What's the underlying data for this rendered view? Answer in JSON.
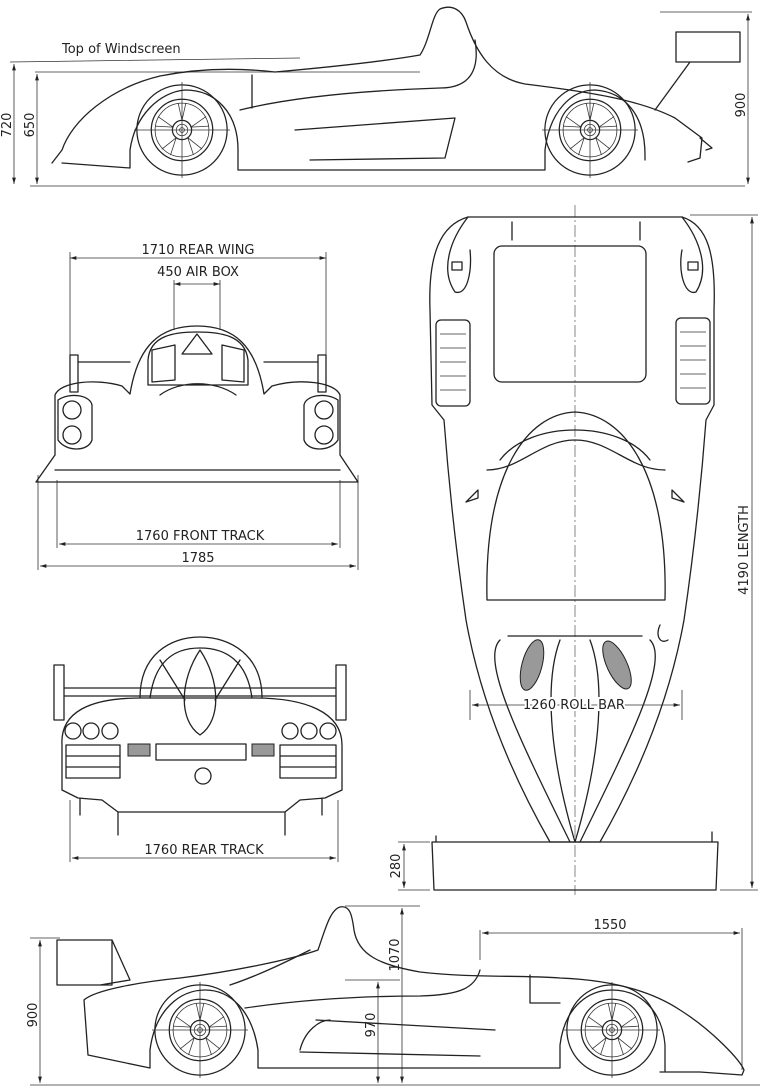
{
  "title": "Car blueprint",
  "side_view_top": {
    "windscreen_label": "Top of Windscreen",
    "dim_windscreen_height": "720",
    "dim_body_height": "650",
    "dim_wing_height": "900"
  },
  "front_view": {
    "dim_rear_wing": "1710 REAR WING",
    "dim_air_box": "450 AIR BOX",
    "dim_front_track": "1760 FRONT TRACK",
    "dim_width": "1785"
  },
  "rear_view": {
    "dim_rear_track": "1760 REAR TRACK"
  },
  "top_view": {
    "dim_length": "4190 LENGTH",
    "dim_roll_bar": "1260 ROLL BAR",
    "dim_wing_depth": "280"
  },
  "side_view_bottom": {
    "dim_front_overhang": "1550",
    "dim_rollhoop_height": "1070",
    "dim_cockpit_height": "970",
    "dim_wing_height": "900"
  }
}
